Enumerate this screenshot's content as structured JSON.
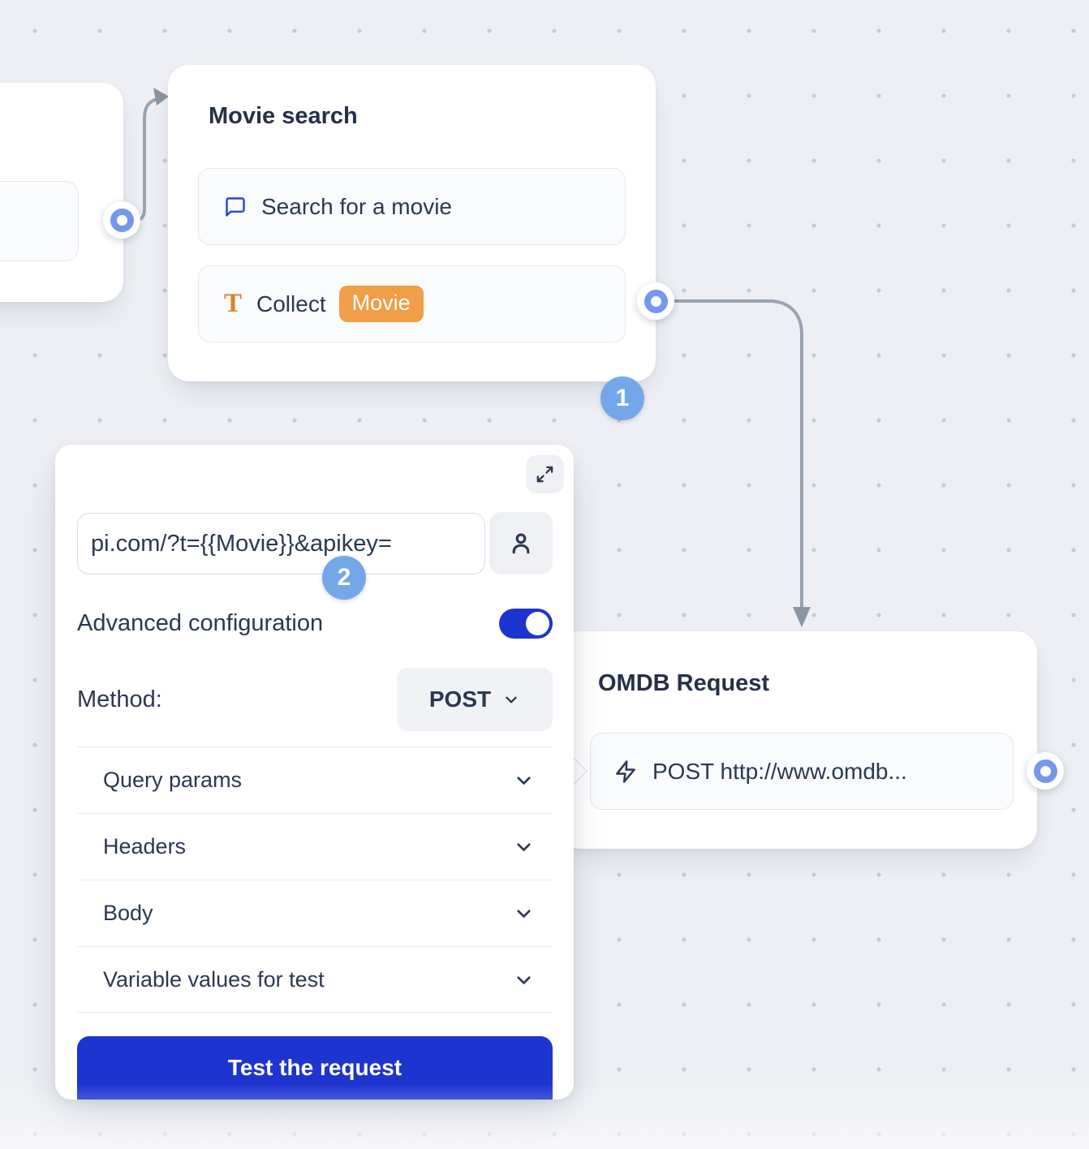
{
  "canvas": {
    "background": "#edeff4",
    "grid_dot_color": "#c5cbd8"
  },
  "colors": {
    "accent_blue": "#1e34cf",
    "step_badge_blue": "#74a7ea",
    "connector_port_blue": "#7598ec",
    "variable_badge_orange": "#f09e47",
    "collect_icon_orange": "#d9822b",
    "chat_icon_blue": "#2944e0",
    "connector_line_gray": "#9aa2b0",
    "text_dark": "#2b3850"
  },
  "nodes": {
    "movie_search": {
      "title": "Movie search",
      "items": [
        {
          "icon": "chat-bubble-icon",
          "label": "Search for a movie"
        },
        {
          "icon": "text-t-icon",
          "icon_glyph": "T",
          "label": "Collect",
          "variable_badge": "Movie"
        }
      ],
      "step_badge": "1"
    },
    "omdb_request": {
      "title": "OMDB Request",
      "items": [
        {
          "icon": "lightning-icon",
          "label": "POST http://www.omdb..."
        }
      ]
    }
  },
  "panel": {
    "step_badge": "2",
    "url_input": {
      "value": "pi.com/?t={{Movie}}&apikey="
    },
    "advanced_configuration": {
      "label": "Advanced configuration",
      "enabled": true
    },
    "method": {
      "label": "Method:",
      "value": "POST"
    },
    "sections": [
      {
        "label": "Query params"
      },
      {
        "label": "Headers"
      },
      {
        "label": "Body"
      },
      {
        "label": "Variable values for test"
      }
    ],
    "test_button_label": "Test the request"
  }
}
